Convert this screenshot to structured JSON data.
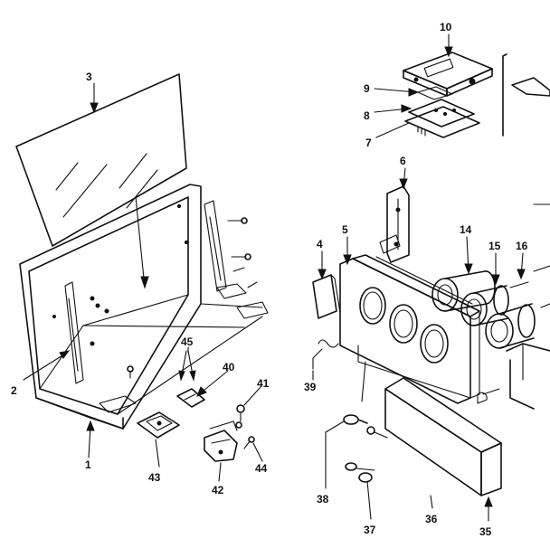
{
  "diagram": {
    "callouts": {
      "c1": "1",
      "c2": "2",
      "c3": "3",
      "c4": "4",
      "c5": "5",
      "c6": "6",
      "c7": "7",
      "c8": "8",
      "c9": "9",
      "c10": "10",
      "c14": "14",
      "c15": "15",
      "c16": "16",
      "c35": "35",
      "c36": "36",
      "c37": "37",
      "c38": "38",
      "c39": "39",
      "c40": "40",
      "c41": "41",
      "c42": "42",
      "c43": "43",
      "c44": "44",
      "c45": "45"
    }
  }
}
